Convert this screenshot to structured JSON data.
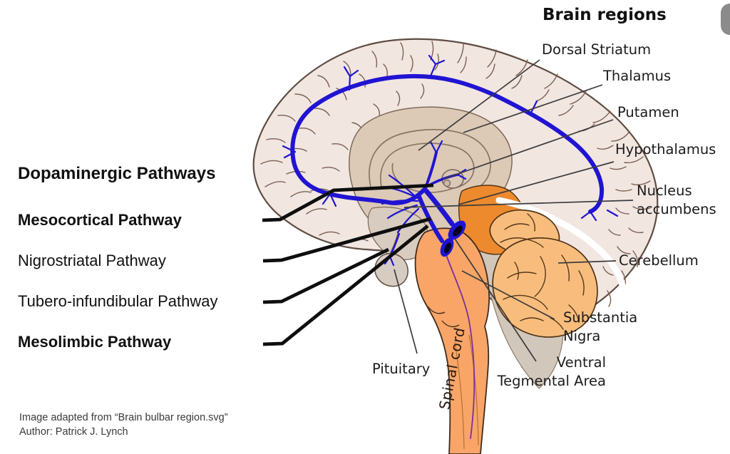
{
  "left_panel": {
    "title": "Dopaminergic Pathways",
    "pathways": [
      {
        "label": "Mesocortical Pathway"
      },
      {
        "label": "Nigrostriatal Pathway"
      },
      {
        "label": "Tubero-infundibular Pathway"
      },
      {
        "label": "Mesolimbic Pathway"
      }
    ]
  },
  "right_panel": {
    "title": "Brain regions",
    "regions": [
      "Dorsal Striatum",
      "Thalamus",
      "Putamen",
      "Hypothalamus",
      "Nucleus\naccumbens",
      "Cerebellum",
      "Substantia\nNigra",
      "Ventral\nTegmental Area"
    ]
  },
  "anatomy": {
    "pituitary": "Pituitary",
    "spinal_cord": "Spinal cord"
  },
  "attribution": {
    "line1": "Image adapted from “Brain bulbar region.svg”",
    "line2": "Author: Patrick J. Lynch"
  },
  "colors": {
    "pathway_blue": "#2014d2",
    "cortex_pink": "#f2e6e1",
    "subcortex_tan": "#dcc9b6",
    "brainstem_orange": "#f8a567",
    "midbrain_orange": "#ee8a2e",
    "cerebellum_orange": "#f8bd7d"
  }
}
